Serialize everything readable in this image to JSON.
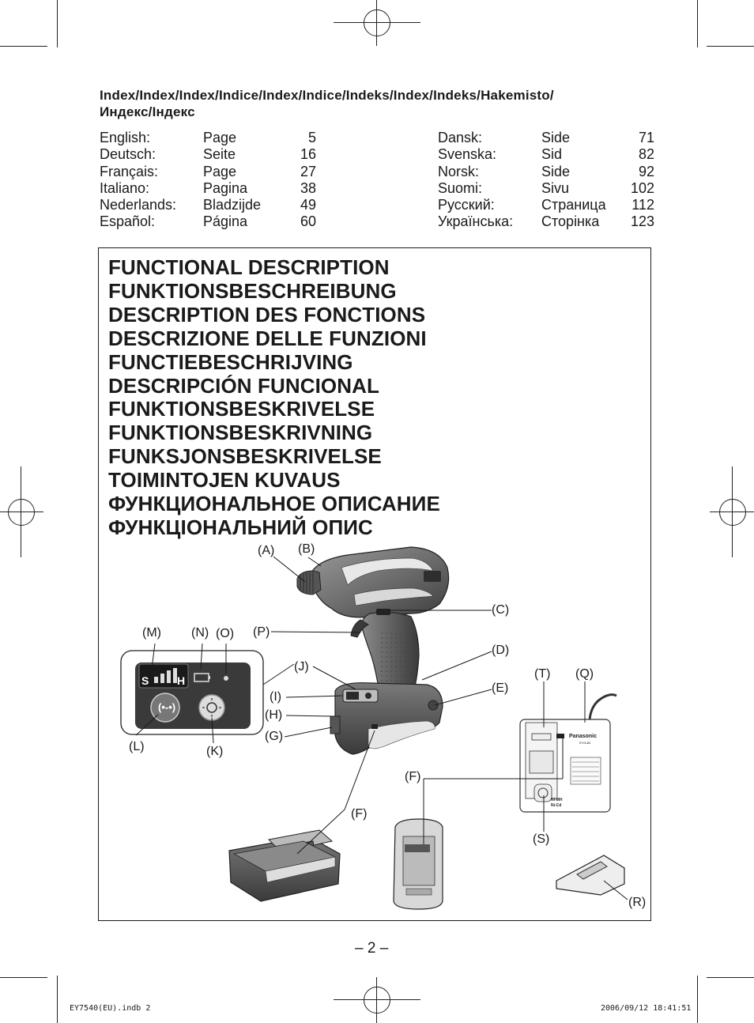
{
  "index": {
    "title_line1": "Index/Index/Index/Indice/Index/Indice/Indeks/Index/Indeks/Hakemisto/",
    "title_line2": "Индекс/Індекс",
    "left": [
      {
        "lang": "English:",
        "word": "Page",
        "page": "5"
      },
      {
        "lang": "Deutsch:",
        "word": "Seite",
        "page": "16"
      },
      {
        "lang": "Français:",
        "word": "Page",
        "page": "27"
      },
      {
        "lang": "Italiano:",
        "word": "Pagina",
        "page": "38"
      },
      {
        "lang": "Nederlands:",
        "word": "Bladzijde",
        "page": "49"
      },
      {
        "lang": "Español:",
        "word": "Página",
        "page": "60"
      }
    ],
    "right": [
      {
        "lang": "Dansk:",
        "word": "Side",
        "page": "71"
      },
      {
        "lang": "Svenska:",
        "word": "Sid",
        "page": "82"
      },
      {
        "lang": "Norsk:",
        "word": "Side",
        "page": "92"
      },
      {
        "lang": "Suomi:",
        "word": "Sivu",
        "page": "102"
      },
      {
        "lang": "Русский:",
        "word": "Страница",
        "page": "112"
      },
      {
        "lang": "Українська:",
        "word": "Сторінка",
        "page": "123"
      }
    ]
  },
  "headings": [
    "FUNCTIONAL DESCRIPTION",
    "FUNKTIONSBESCHREIBUNG",
    "DESCRIPTION DES FONCTIONS",
    "DESCRIZIONE DELLE FUNZIONI",
    "FUNCTIEBESCHRIJVING",
    "DESCRIPCIÓN FUNCIONAL",
    "FUNKTIONSBESKRIVELSE",
    "FUNKTIONSBESKRIVNING",
    "FUNKSJONSBESKRIVELSE",
    "TOIMINTOJEN KUVAUS",
    "ФУНКЦИОНАЛЬНОЕ ОПИСАНИЕ",
    "ФУНКЦІОНАЛЬНИЙ ОПИС"
  ],
  "callouts": {
    "A": "(A)",
    "B": "(B)",
    "C": "(C)",
    "D": "(D)",
    "E": "(E)",
    "F1": "(F)",
    "F2": "(F)",
    "G": "(G)",
    "H": "(H)",
    "I": "(I)",
    "J": "(J)",
    "K": "(K)",
    "L": "(L)",
    "M": "(M)",
    "N": "(N)",
    "O": "(O)",
    "P": "(P)",
    "Q": "(Q)",
    "R": "(R)",
    "S": "(S)",
    "T": "(T)"
  },
  "panel": {
    "mode_left": "S",
    "mode_right": "H"
  },
  "charger": {
    "brand": "Panasonic",
    "model": "EY0L80",
    "chem": "Ni-MH\nNi-Cd"
  },
  "page_number": "– 2 –",
  "footer": {
    "file": "EY7540(EU).indb   2",
    "timestamp": "2006/09/12   18:41:51"
  }
}
